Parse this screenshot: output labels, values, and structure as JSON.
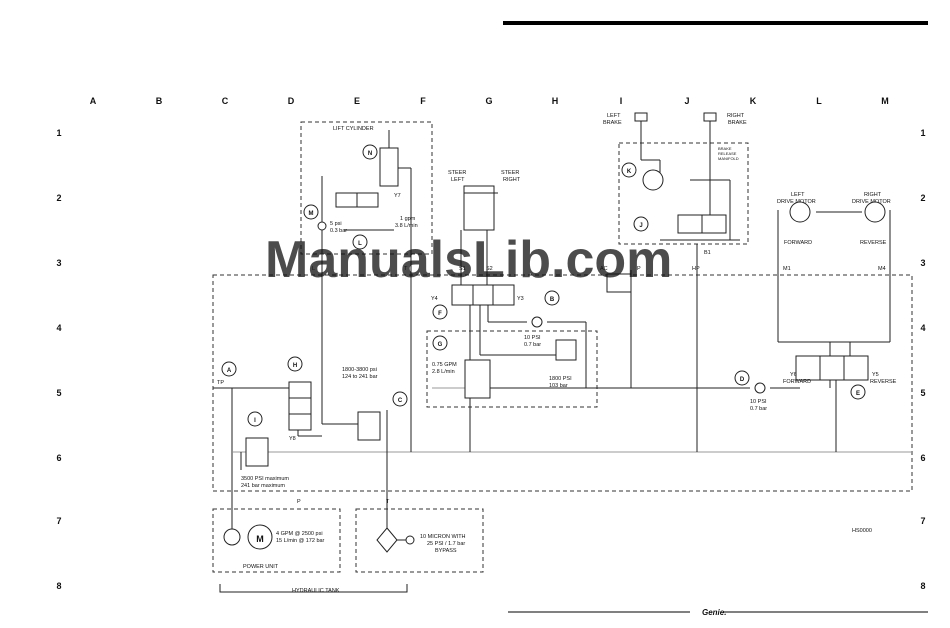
{
  "columns": [
    "A",
    "B",
    "C",
    "D",
    "E",
    "F",
    "G",
    "H",
    "I",
    "J",
    "K",
    "L",
    "M"
  ],
  "rows": [
    "1",
    "2",
    "3",
    "4",
    "5",
    "6",
    "7",
    "8"
  ],
  "watermark": "ManualsLib.com",
  "brand": "Genie.",
  "drawing_number": "HS0000",
  "labels": {
    "lift_cylinder": "LIFT CYLINDER",
    "y7": "Y7",
    "n": "N",
    "m": "M",
    "l": "L",
    "check_5psi_a": "5 psi",
    "check_5psi_b": "0.3 bar",
    "orifice_a": "1 gpm",
    "orifice_b": "3.8 L/min",
    "steer_left": "STEER\nLEFT",
    "steer_right": "STEER\nRIGHT",
    "port_s1": "S1",
    "port_s2": "S2",
    "port_ac": "AC",
    "port_p_top": "P",
    "port_hp": "HP",
    "port_l": "L",
    "port_t_top": "T",
    "y4": "Y4",
    "y3": "Y3",
    "tag_f": "F",
    "tag_b": "B",
    "check_10psi_a": "10 PSI",
    "check_10psi_b": "0.7 bar",
    "tag_g": "G",
    "flow_a": "0.75 GPM",
    "flow_b": "2.8 L/min",
    "relief_1800_a": "1800 PSI",
    "relief_1800_b": "103 bar",
    "left_brake": "LEFT\nBRAKE",
    "right_brake": "RIGHT\nBRAKE",
    "brake_manifold": "BRAKE\nRELEASE\nMANIFOLD",
    "tag_k": "K",
    "tag_j": "J",
    "port_b1": "B1",
    "left_drive_motor": "LEFT\nDRIVE MOTOR",
    "right_drive_motor": "RIGHT\nDRIVE MOTOR",
    "forward": "FORWARD",
    "reverse": "REVERSE",
    "port_m1": "M1",
    "port_m4": "M4",
    "tag_d": "D",
    "y6_fwd": "Y6\nFORWARD",
    "y5_rev": "Y5\nREVERSE",
    "tag_e": "E",
    "check_10psi_c": "10 PSI",
    "check_10psi_d": "0.7 bar",
    "tag_a": "A",
    "tp": "TP",
    "tag_h": "H",
    "y8": "Y8",
    "relief_lift_a": "1800-3800 psi",
    "relief_lift_b": "124 to 241 bar",
    "tag_c": "C",
    "tag_i": "I",
    "relief_main_a": "3500 PSI maximum",
    "relief_main_b": "241 bar maximum",
    "port_p": "P",
    "port_t": "T",
    "pump_a": "4 GPM @ 2500 psi",
    "pump_b": "15 L/min @ 172 bar",
    "motor_m": "M",
    "power_unit": "POWER UNIT",
    "filter_a": "10 MICRON WITH",
    "filter_b": "25 PSI / 1.7 bar",
    "filter_c": "BYPASS",
    "hydraulic_tank": "HYDRAULIC TANK"
  }
}
